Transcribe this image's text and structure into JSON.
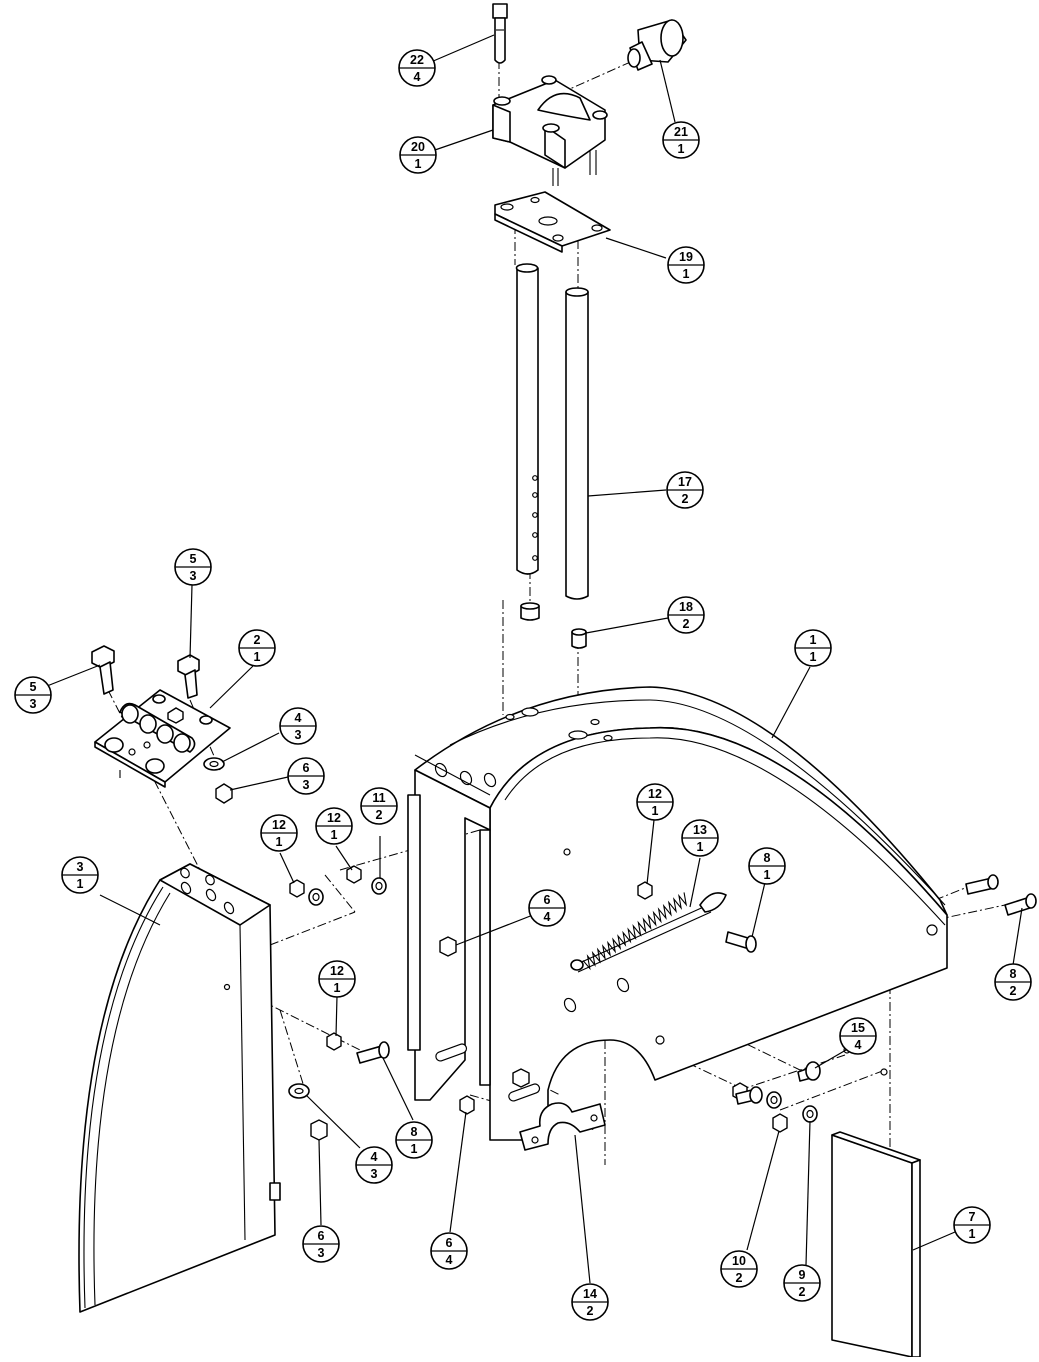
{
  "diagram": {
    "type": "exploded-parts-view",
    "callouts": [
      {
        "item": "22",
        "qty": "4"
      },
      {
        "item": "21",
        "qty": "1"
      },
      {
        "item": "20",
        "qty": "1"
      },
      {
        "item": "19",
        "qty": "1"
      },
      {
        "item": "17",
        "qty": "2"
      },
      {
        "item": "18",
        "qty": "2"
      },
      {
        "item": "1",
        "qty": "1"
      },
      {
        "item": "5",
        "qty": "3"
      },
      {
        "item": "5",
        "qty": "3"
      },
      {
        "item": "2",
        "qty": "1"
      },
      {
        "item": "4",
        "qty": "3"
      },
      {
        "item": "6",
        "qty": "3"
      },
      {
        "item": "12",
        "qty": "1"
      },
      {
        "item": "12",
        "qty": "1"
      },
      {
        "item": "11",
        "qty": "2"
      },
      {
        "item": "12",
        "qty": "1"
      },
      {
        "item": "13",
        "qty": "1"
      },
      {
        "item": "8",
        "qty": "1"
      },
      {
        "item": "3",
        "qty": "1"
      },
      {
        "item": "6",
        "qty": "4"
      },
      {
        "item": "8",
        "qty": "2"
      },
      {
        "item": "12",
        "qty": "1"
      },
      {
        "item": "15",
        "qty": "4"
      },
      {
        "item": "8",
        "qty": "1"
      },
      {
        "item": "4",
        "qty": "3"
      },
      {
        "item": "6",
        "qty": "3"
      },
      {
        "item": "6",
        "qty": "4"
      },
      {
        "item": "14",
        "qty": "2"
      },
      {
        "item": "10",
        "qty": "2"
      },
      {
        "item": "9",
        "qty": "2"
      },
      {
        "item": "7",
        "qty": "1"
      }
    ],
    "colors": {
      "line": "#000000",
      "background": "#ffffff"
    }
  }
}
